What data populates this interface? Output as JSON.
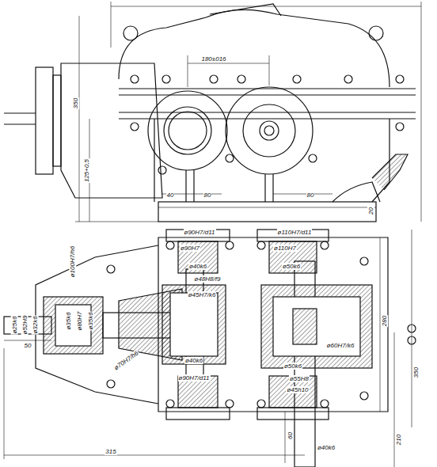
{
  "diagram": {
    "labels": [
      "180±016",
      "350",
      "125+0,5",
      "40",
      "80",
      "80",
      "20",
      "ø90H7/d11",
      "ø110H7/d11",
      "ø90H7",
      "ø110H7",
      "ø40k6",
      "ø50k6",
      "ø48H8/f9",
      "ø45H7/k6",
      "ø100H7/h6",
      "ø25k6",
      "ø52H9",
      "ø32k6",
      "ø35k6",
      "ø80H7",
      "ø35k6",
      "ø70H7/h6",
      "50",
      "ø60H7/k6",
      "280",
      "350",
      "ø40k6",
      "ø90H7/d11",
      "ø50k6",
      "ø55H8",
      "ø45h10",
      "ø40k6",
      "210",
      "60",
      "315"
    ]
  }
}
